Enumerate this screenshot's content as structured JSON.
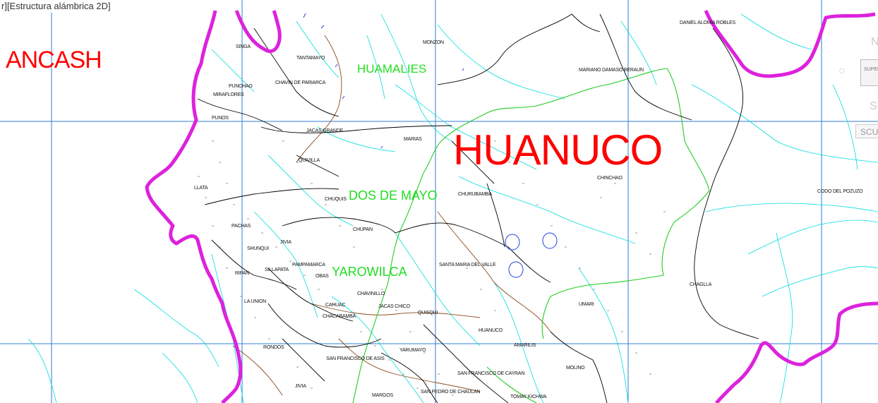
{
  "viewport_title": "r][Estructura alámbrica 2D]",
  "region_labels": {
    "ancash": "ANCASH",
    "huanuco": "HUANUCO"
  },
  "province_labels": {
    "huamalies": "HUAMALIES",
    "dos_de_mayo": "DOS DE MAYO",
    "yarowilca": "YAROWILCA"
  },
  "place_labels": [
    "SINGA",
    "MONZON",
    "TANTAMAYO",
    "DANIEL ALOMIA ROBLES",
    "MARIANO DAMASO BERAUN",
    "PUNCHAO",
    "CHAVIN DE PARIARCA",
    "MIRAFLORES",
    "PUNOS",
    "JACAS GRANDE",
    "MARIAS",
    "QUIVILLA",
    "LLATA",
    "CHINCHAO",
    "CODO DEL POZUZO",
    "CHUQUIS",
    "CHURUBAMBA",
    "CHUPAN",
    "PACHAS",
    "SHUNQUI",
    "JIVIA",
    "PAMPAMARCA",
    "SANTA MARIA DEL VALLE",
    "SILLAPATA",
    "RIPAN",
    "OBAS",
    "CHAGLLA",
    "CHAVINILLO",
    "LA UNION",
    "CAHUAC",
    "JACAS CHICO",
    "CHACABAMBA",
    "QUISQUI",
    "UMARI",
    "HUANUCO",
    "AMARILIS",
    "RONDOS",
    "YARUMAYO",
    "SAN FRANCISCO DE ASIS",
    "MOLINO",
    "SAN FRANCISCO DE CAYRAN",
    "JIVIA",
    "MARGOS",
    "SAN PEDRO DE CHAULAN",
    "TOMAY KICHWA"
  ],
  "nav": {
    "cube_label": "SUPERIOR",
    "north": "N",
    "south": "S",
    "wcs": "SCU"
  },
  "colors": {
    "region_border": "#dd22dd",
    "province_border": "#22cc22",
    "district_border": "#000000",
    "rivers": "#00dddd",
    "roads": "#8b4a1a",
    "grid": "#2f7fd6",
    "region_text": "#ff0000",
    "province_text": "#22dd22",
    "lakes": "#2244dd"
  },
  "icons": {
    "nav_cube": "view-cube-icon",
    "compass": "compass-ring-icon"
  }
}
